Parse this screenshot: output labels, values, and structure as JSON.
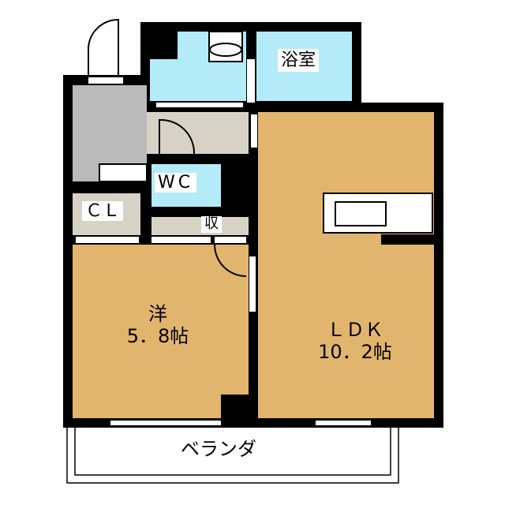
{
  "rooms": {
    "bath": "浴室",
    "wc": "WC",
    "closet": "ＣＬ",
    "storage": "収",
    "western_room": {
      "name": "洋",
      "size": "5．8帖"
    },
    "ldk": {
      "name": "ＬＤＫ",
      "size": "10．2帖"
    },
    "balcony": "ベランダ"
  },
  "colors": {
    "wet": "#b3ecf8",
    "entry": "#bababa",
    "hall": "#d6d3c6",
    "room": "#e2b56e",
    "wall": "#000000"
  }
}
